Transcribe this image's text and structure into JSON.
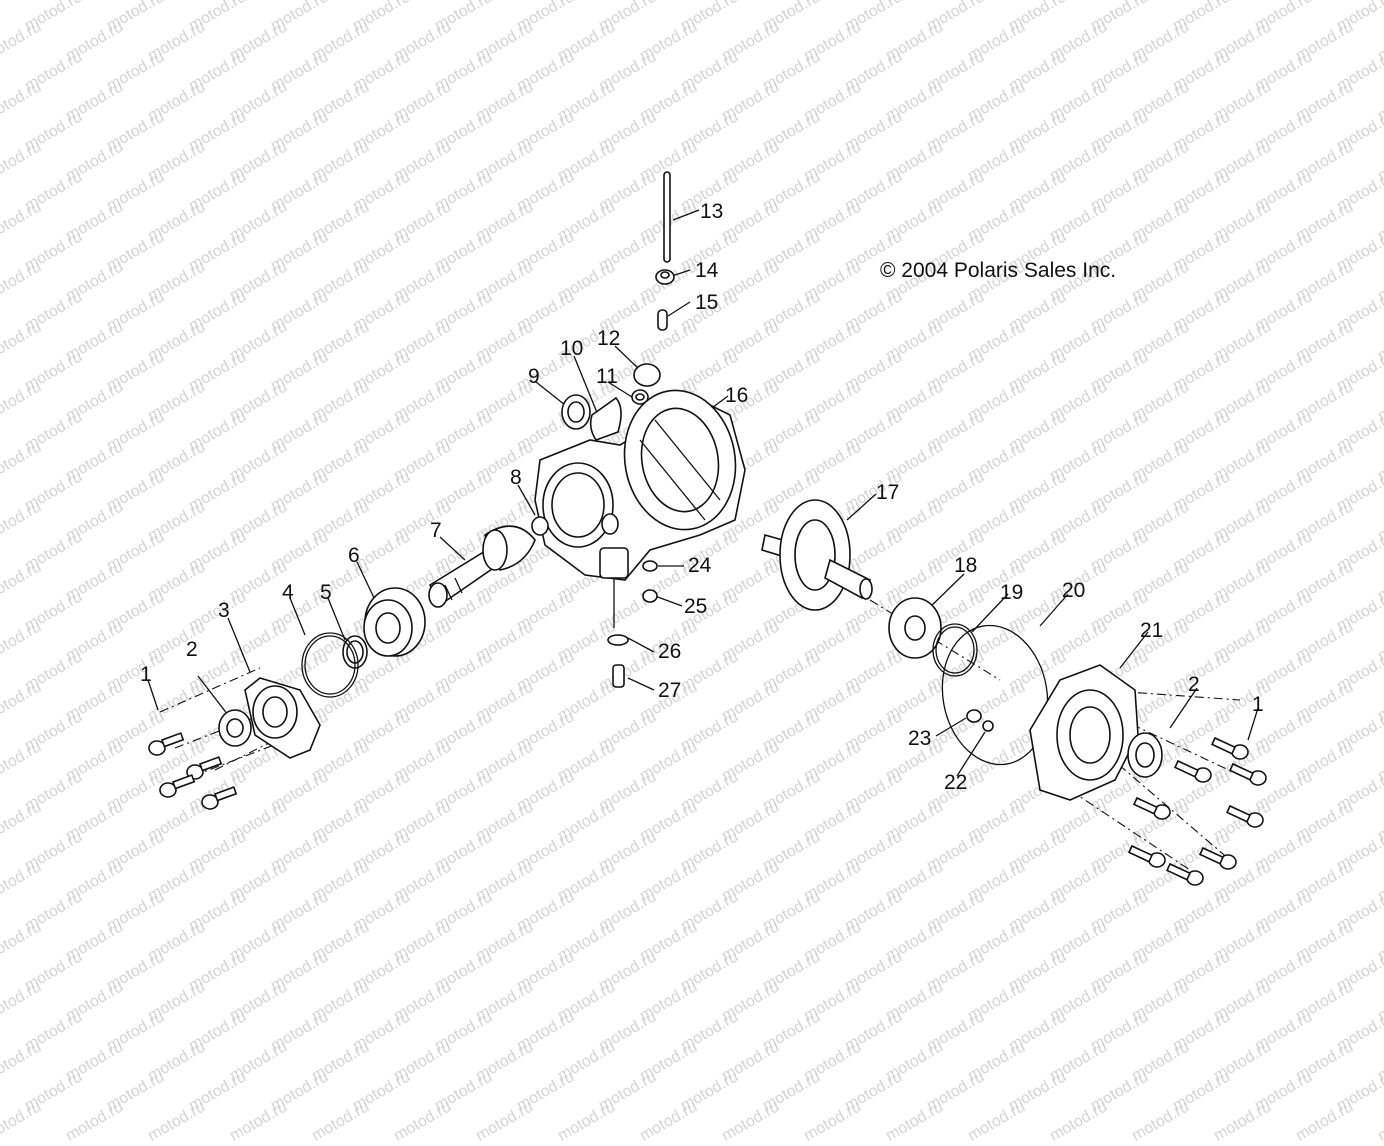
{
  "watermark": {
    "text": "motod.ru"
  },
  "copyright": "© 2004 Polaris Sales Inc.",
  "callouts": [
    {
      "id": "c1a",
      "label": "1"
    },
    {
      "id": "c2a",
      "label": "2"
    },
    {
      "id": "c3",
      "label": "3"
    },
    {
      "id": "c4",
      "label": "4"
    },
    {
      "id": "c5",
      "label": "5"
    },
    {
      "id": "c6",
      "label": "6"
    },
    {
      "id": "c7",
      "label": "7"
    },
    {
      "id": "c8",
      "label": "8"
    },
    {
      "id": "c9",
      "label": "9"
    },
    {
      "id": "c10",
      "label": "10"
    },
    {
      "id": "c11",
      "label": "11"
    },
    {
      "id": "c12",
      "label": "12"
    },
    {
      "id": "c13",
      "label": "13"
    },
    {
      "id": "c14",
      "label": "14"
    },
    {
      "id": "c15",
      "label": "15"
    },
    {
      "id": "c16",
      "label": "16"
    },
    {
      "id": "c17",
      "label": "17"
    },
    {
      "id": "c18",
      "label": "18"
    },
    {
      "id": "c19",
      "label": "19"
    },
    {
      "id": "c20",
      "label": "20"
    },
    {
      "id": "c21",
      "label": "21"
    },
    {
      "id": "c2b",
      "label": "2"
    },
    {
      "id": "c1b",
      "label": "1"
    },
    {
      "id": "c23",
      "label": "23"
    },
    {
      "id": "c22",
      "label": "22"
    },
    {
      "id": "c24",
      "label": "24"
    },
    {
      "id": "c25",
      "label": "25"
    },
    {
      "id": "c26",
      "label": "26"
    },
    {
      "id": "c27",
      "label": "27"
    }
  ]
}
